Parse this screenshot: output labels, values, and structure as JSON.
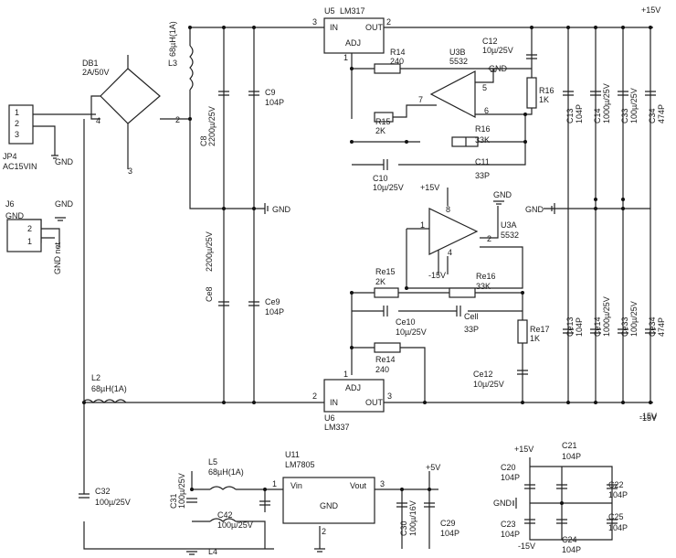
{
  "labels": [
    {
      "key": "p15v",
      "text": "+15V"
    },
    {
      "key": "m15v",
      "text": "-15V"
    },
    {
      "key": "u5",
      "text": "U5"
    },
    {
      "key": "u5t",
      "text": "LM317"
    },
    {
      "key": "u5in",
      "text": "IN"
    },
    {
      "key": "u5out",
      "text": "OUT"
    },
    {
      "key": "u5adj",
      "text": "ADJ"
    },
    {
      "key": "u5p3",
      "text": "3"
    },
    {
      "key": "u5p2",
      "text": "2"
    },
    {
      "key": "u5p1",
      "text": "1"
    },
    {
      "key": "r14",
      "text": "R14"
    },
    {
      "key": "r14v",
      "text": "240"
    },
    {
      "key": "c12",
      "text": "C12"
    },
    {
      "key": "c12v",
      "text": "10µ/25V"
    },
    {
      "key": "gnd1",
      "text": "GND"
    },
    {
      "key": "u3b",
      "text": "U3B"
    },
    {
      "key": "u3bv",
      "text": "5532"
    },
    {
      "key": "p5",
      "text": "5"
    },
    {
      "key": "p7",
      "text": "7"
    },
    {
      "key": "p6",
      "text": "6"
    },
    {
      "key": "r16",
      "text": "R16"
    },
    {
      "key": "r16v",
      "text": "1K"
    },
    {
      "key": "r15",
      "text": "R15"
    },
    {
      "key": "r15v",
      "text": "2K"
    },
    {
      "key": "r16b",
      "text": "R16"
    },
    {
      "key": "r16bv",
      "text": "33K"
    },
    {
      "key": "c10",
      "text": "C10"
    },
    {
      "key": "c10v",
      "text": "10µ/25V"
    },
    {
      "key": "c11",
      "text": "C11"
    },
    {
      "key": "c11v",
      "text": "33P"
    },
    {
      "key": "db1",
      "text": "DB1"
    },
    {
      "key": "db1v",
      "text": "2A/50V"
    },
    {
      "key": "l3",
      "text": "L3"
    },
    {
      "key": "l3v",
      "text": "68µH(1A)"
    },
    {
      "key": "c9",
      "text": "C9"
    },
    {
      "key": "c9v",
      "text": "104P"
    },
    {
      "key": "c8",
      "text": "C8"
    },
    {
      "key": "c8v",
      "text": "2200µ/25V"
    },
    {
      "key": "jp4",
      "text": "JP4"
    },
    {
      "key": "jp4v",
      "text": "AC15VIN"
    },
    {
      "key": "j1",
      "text": "1"
    },
    {
      "key": "j2",
      "text": "2"
    },
    {
      "key": "j3",
      "text": "3"
    },
    {
      "key": "gnd2",
      "text": "GND"
    },
    {
      "key": "db4",
      "text": "4"
    },
    {
      "key": "db2",
      "text": "2"
    },
    {
      "key": "db3",
      "text": "3"
    },
    {
      "key": "c13",
      "text": "C13"
    },
    {
      "key": "c13v",
      "text": "104P"
    },
    {
      "key": "c14",
      "text": "C14"
    },
    {
      "key": "c14v",
      "text": "1000µ/25V"
    },
    {
      "key": "c33",
      "text": "C33"
    },
    {
      "key": "c33v",
      "text": "100µ/25V"
    },
    {
      "key": "c34",
      "text": "C34"
    },
    {
      "key": "c34v",
      "text": "474P"
    },
    {
      "key": "j6",
      "text": "J6"
    },
    {
      "key": "j6g",
      "text": "GND"
    },
    {
      "key": "j6gnd",
      "text": "GND"
    },
    {
      "key": "j6p2",
      "text": "2"
    },
    {
      "key": "j6p1",
      "text": "1"
    },
    {
      "key": "gndnet",
      "text": "GND net"
    },
    {
      "key": "gndmid",
      "text": "GND"
    },
    {
      "key": "gndr",
      "text": "GND"
    },
    {
      "key": "p15b",
      "text": "+15V"
    },
    {
      "key": "m15b",
      "text": "-15V"
    },
    {
      "key": "gnd3",
      "text": "GND"
    },
    {
      "key": "u3a",
      "text": "U3A"
    },
    {
      "key": "u3av",
      "text": "5532"
    },
    {
      "key": "p8",
      "text": "8"
    },
    {
      "key": "p1",
      "text": "1"
    },
    {
      "key": "p4",
      "text": "4"
    },
    {
      "key": "p2b",
      "text": "2"
    },
    {
      "key": "re15",
      "text": "Re15"
    },
    {
      "key": "re15v",
      "text": "2K"
    },
    {
      "key": "re16",
      "text": "Re16"
    },
    {
      "key": "re16v",
      "text": "33K"
    },
    {
      "key": "ce8",
      "text": "Ce8"
    },
    {
      "key": "ce8v",
      "text": "2200µ/25V"
    },
    {
      "key": "ce9",
      "text": "Ce9"
    },
    {
      "key": "ce9v",
      "text": "104P"
    },
    {
      "key": "ce10",
      "text": "Ce10"
    },
    {
      "key": "ce10v",
      "text": "10µ/25V"
    },
    {
      "key": "cell",
      "text": "Cell"
    },
    {
      "key": "cellv",
      "text": "33P"
    },
    {
      "key": "re17",
      "text": "Re17"
    },
    {
      "key": "re17v",
      "text": "1K"
    },
    {
      "key": "re14",
      "text": "Re14"
    },
    {
      "key": "re14v",
      "text": "240"
    },
    {
      "key": "ce12",
      "text": "Ce12"
    },
    {
      "key": "ce12v",
      "text": "10µ/25V"
    },
    {
      "key": "ce13",
      "text": "Ce13"
    },
    {
      "key": "ce13v",
      "text": "104P"
    },
    {
      "key": "ce14",
      "text": "Ce14"
    },
    {
      "key": "ce14v",
      "text": "1000µ/25V"
    },
    {
      "key": "ce33",
      "text": "Ce33"
    },
    {
      "key": "ce33v",
      "text": "100µ/25V"
    },
    {
      "key": "ce34",
      "text": "Ce34"
    },
    {
      "key": "ce34v",
      "text": "474P"
    },
    {
      "key": "u6adj",
      "text": "ADJ"
    },
    {
      "key": "u6in",
      "text": "IN"
    },
    {
      "key": "u6out",
      "text": "OUT"
    },
    {
      "key": "u6",
      "text": "U6"
    },
    {
      "key": "u6v",
      "text": "LM337"
    },
    {
      "key": "u6p2",
      "text": "2"
    },
    {
      "key": "u6p3",
      "text": "3"
    },
    {
      "key": "u6p1",
      "text": "1"
    },
    {
      "key": "l2",
      "text": "L2"
    },
    {
      "key": "l2v",
      "text": "68µH(1A)"
    },
    {
      "key": "m15r",
      "text": "-15V"
    },
    {
      "key": "u11",
      "text": "U11"
    },
    {
      "key": "u11v",
      "text": "LM7805"
    },
    {
      "key": "vin",
      "text": "Vin"
    },
    {
      "key": "vout",
      "text": "Vout"
    },
    {
      "key": "u11g",
      "text": "GND"
    },
    {
      "key": "u11p1",
      "text": "1"
    },
    {
      "key": "u11p3",
      "text": "3"
    },
    {
      "key": "u11p2",
      "text": "2"
    },
    {
      "key": "p5v",
      "text": "+5V"
    },
    {
      "key": "l5",
      "text": "L5"
    },
    {
      "key": "l5v",
      "text": "68µH(1A)"
    },
    {
      "key": "c32",
      "text": "C32"
    },
    {
      "key": "c32v",
      "text": "100µ/25V"
    },
    {
      "key": "c31",
      "text": "C31"
    },
    {
      "key": "c31v",
      "text": "100µ/25V"
    },
    {
      "key": "c42",
      "text": "C42"
    },
    {
      "key": "c42v",
      "text": "100µ/25V"
    },
    {
      "key": "c30",
      "text": "C30"
    },
    {
      "key": "c30v",
      "text": "100µ/16V"
    },
    {
      "key": "c29",
      "text": "C29"
    },
    {
      "key": "c29v",
      "text": "104P"
    },
    {
      "key": "l4",
      "text": "L4"
    },
    {
      "key": "p15c",
      "text": "+15V"
    },
    {
      "key": "m15c",
      "text": "-15V"
    },
    {
      "key": "c20",
      "text": "C20"
    },
    {
      "key": "c20v",
      "text": "104P"
    },
    {
      "key": "c21",
      "text": "C21"
    },
    {
      "key": "c21v",
      "text": "104P"
    },
    {
      "key": "c22",
      "text": "C22"
    },
    {
      "key": "c22v",
      "text": "104P"
    },
    {
      "key": "c23",
      "text": "C23"
    },
    {
      "key": "c23v",
      "text": "104P"
    },
    {
      "key": "c24",
      "text": "C24"
    },
    {
      "key": "c24v",
      "text": "104P"
    },
    {
      "key": "c25",
      "text": "C25"
    },
    {
      "key": "c25v",
      "text": "104P"
    },
    {
      "key": "gndc",
      "text": "GND"
    }
  ]
}
